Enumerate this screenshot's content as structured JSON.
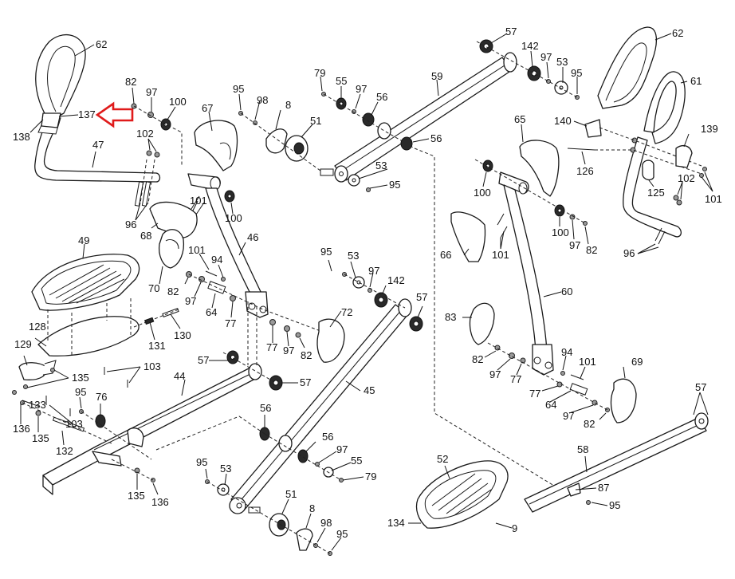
{
  "diagram": {
    "title": "Elliptical exploded parts view",
    "highlight": {
      "part": "137",
      "indicator": "red-outline-arrow",
      "color": "#e01b1b"
    },
    "labels": [
      {
        "id": "l-62a",
        "text": "62"
      },
      {
        "id": "l-137",
        "text": "137"
      },
      {
        "id": "l-138",
        "text": "138"
      },
      {
        "id": "l-47",
        "text": "47"
      },
      {
        "id": "l-82a",
        "text": "82"
      },
      {
        "id": "l-97a",
        "text": "97"
      },
      {
        "id": "l-100a",
        "text": "100"
      },
      {
        "id": "l-102a",
        "text": "102"
      },
      {
        "id": "l-96a",
        "text": "96"
      },
      {
        "id": "l-67",
        "text": "67"
      },
      {
        "id": "l-95a",
        "text": "95"
      },
      {
        "id": "l-98a",
        "text": "98"
      },
      {
        "id": "l-8a",
        "text": "8"
      },
      {
        "id": "l-51a",
        "text": "51"
      },
      {
        "id": "l-100b",
        "text": "100"
      },
      {
        "id": "l-101a",
        "text": "101"
      },
      {
        "id": "l-68",
        "text": "68"
      },
      {
        "id": "l-46",
        "text": "46"
      },
      {
        "id": "l-79a",
        "text": "79"
      },
      {
        "id": "l-55a",
        "text": "55"
      },
      {
        "id": "l-97b",
        "text": "97"
      },
      {
        "id": "l-56a",
        "text": "56"
      },
      {
        "id": "l-56b",
        "text": "56"
      },
      {
        "id": "l-59",
        "text": "59"
      },
      {
        "id": "l-53a",
        "text": "53"
      },
      {
        "id": "l-95b",
        "text": "95"
      },
      {
        "id": "l-57a",
        "text": "57"
      },
      {
        "id": "l-142a",
        "text": "142"
      },
      {
        "id": "l-97c",
        "text": "97"
      },
      {
        "id": "l-53b",
        "text": "53"
      },
      {
        "id": "l-95c",
        "text": "95"
      },
      {
        "id": "l-62b",
        "text": "62"
      },
      {
        "id": "l-61",
        "text": "61"
      },
      {
        "id": "l-140",
        "text": "140"
      },
      {
        "id": "l-139",
        "text": "139"
      },
      {
        "id": "l-126",
        "text": "126"
      },
      {
        "id": "l-125",
        "text": "125"
      },
      {
        "id": "l-102b",
        "text": "102"
      },
      {
        "id": "l-101b",
        "text": "101"
      },
      {
        "id": "l-96b",
        "text": "96"
      },
      {
        "id": "l-65",
        "text": "65"
      },
      {
        "id": "l-100c",
        "text": "100"
      },
      {
        "id": "l-100d",
        "text": "100"
      },
      {
        "id": "l-97d",
        "text": "97"
      },
      {
        "id": "l-82b",
        "text": "82"
      },
      {
        "id": "l-101c",
        "text": "101"
      },
      {
        "id": "l-66",
        "text": "66"
      },
      {
        "id": "l-60",
        "text": "60"
      },
      {
        "id": "l-49",
        "text": "49"
      },
      {
        "id": "l-70",
        "text": "70"
      },
      {
        "id": "l-101d",
        "text": "101"
      },
      {
        "id": "l-94a",
        "text": "94"
      },
      {
        "id": "l-82c",
        "text": "82"
      },
      {
        "id": "l-97e",
        "text": "97"
      },
      {
        "id": "l-64a",
        "text": "64"
      },
      {
        "id": "l-77a",
        "text": "77"
      },
      {
        "id": "l-95d",
        "text": "95"
      },
      {
        "id": "l-53c",
        "text": "53"
      },
      {
        "id": "l-97f",
        "text": "97"
      },
      {
        "id": "l-142b",
        "text": "142"
      },
      {
        "id": "l-57b",
        "text": "57"
      },
      {
        "id": "l-72",
        "text": "72"
      },
      {
        "id": "l-77b",
        "text": "77"
      },
      {
        "id": "l-97g",
        "text": "97"
      },
      {
        "id": "l-82d",
        "text": "82"
      },
      {
        "id": "l-128",
        "text": "128"
      },
      {
        "id": "l-131",
        "text": "131"
      },
      {
        "id": "l-130",
        "text": "130"
      },
      {
        "id": "l-129",
        "text": "129"
      },
      {
        "id": "l-135a",
        "text": "135"
      },
      {
        "id": "l-103a",
        "text": "103"
      },
      {
        "id": "l-57c",
        "text": "57"
      },
      {
        "id": "l-57d",
        "text": "57"
      },
      {
        "id": "l-44",
        "text": "44"
      },
      {
        "id": "l-45",
        "text": "45"
      },
      {
        "id": "l-95e",
        "text": "95"
      },
      {
        "id": "l-76",
        "text": "76"
      },
      {
        "id": "l-133",
        "text": "133"
      },
      {
        "id": "l-136a",
        "text": "136"
      },
      {
        "id": "l-135b",
        "text": "135"
      },
      {
        "id": "l-103b",
        "text": "103"
      },
      {
        "id": "l-132",
        "text": "132"
      },
      {
        "id": "l-135c",
        "text": "135"
      },
      {
        "id": "l-136b",
        "text": "136"
      },
      {
        "id": "l-83",
        "text": "83"
      },
      {
        "id": "l-82e",
        "text": "82"
      },
      {
        "id": "l-97h",
        "text": "97"
      },
      {
        "id": "l-77c",
        "text": "77"
      },
      {
        "id": "l-94b",
        "text": "94"
      },
      {
        "id": "l-101e",
        "text": "101"
      },
      {
        "id": "l-77d",
        "text": "77"
      },
      {
        "id": "l-64b",
        "text": "64"
      },
      {
        "id": "l-97i",
        "text": "97"
      },
      {
        "id": "l-82f",
        "text": "82"
      },
      {
        "id": "l-69",
        "text": "69"
      },
      {
        "id": "l-57e",
        "text": "57"
      },
      {
        "id": "l-56c",
        "text": "56"
      },
      {
        "id": "l-56d",
        "text": "56"
      },
      {
        "id": "l-97j",
        "text": "97"
      },
      {
        "id": "l-55b",
        "text": "55"
      },
      {
        "id": "l-79b",
        "text": "79"
      },
      {
        "id": "l-95f",
        "text": "95"
      },
      {
        "id": "l-53d",
        "text": "53"
      },
      {
        "id": "l-51b",
        "text": "51"
      },
      {
        "id": "l-8b",
        "text": "8"
      },
      {
        "id": "l-98b",
        "text": "98"
      },
      {
        "id": "l-95g",
        "text": "95"
      },
      {
        "id": "l-52",
        "text": "52"
      },
      {
        "id": "l-58",
        "text": "58"
      },
      {
        "id": "l-87",
        "text": "87"
      },
      {
        "id": "l-95h",
        "text": "95"
      },
      {
        "id": "l-134",
        "text": "134"
      },
      {
        "id": "l-9",
        "text": "9"
      }
    ]
  }
}
